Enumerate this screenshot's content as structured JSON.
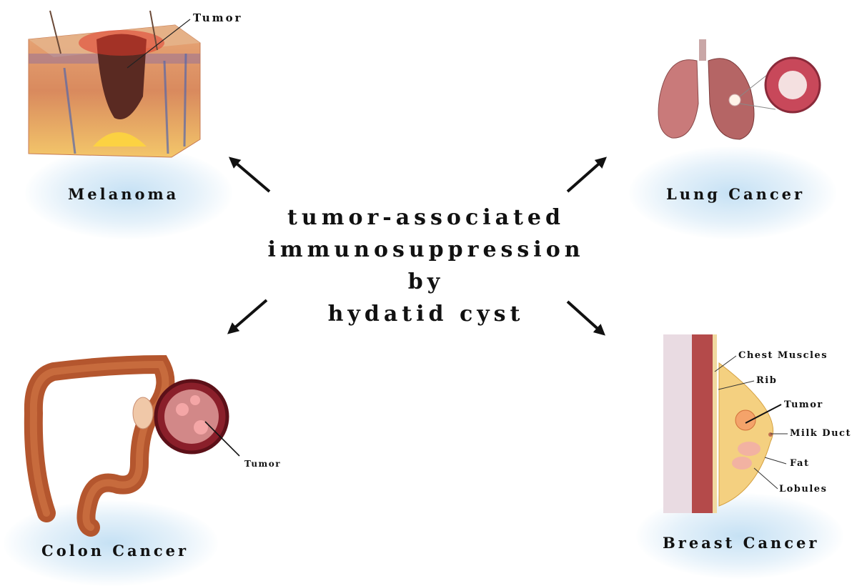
{
  "title_lines": [
    "tumor-associated",
    "immunosuppression by",
    "hydatid cyst"
  ],
  "panels": {
    "melanoma": {
      "label": "Melanoma",
      "annotation": "Tumor",
      "icon": "skin-melanoma-illustration"
    },
    "lung": {
      "label": "Lung Cancer",
      "icon": "lungs-illustration"
    },
    "colon": {
      "label": "Colon Cancer",
      "annotation": "Tumor",
      "icon": "colon-illustration"
    },
    "breast": {
      "label": "Breast Cancer",
      "icon": "breast-anatomy-illustration",
      "annotations": [
        "Chest Muscles",
        "Rib",
        "Tumor",
        "Milk Duct",
        "Fat",
        "Lobules"
      ]
    }
  },
  "colors": {
    "text": "#111111",
    "glow": "#aad2ee",
    "arrow": "#111111"
  }
}
